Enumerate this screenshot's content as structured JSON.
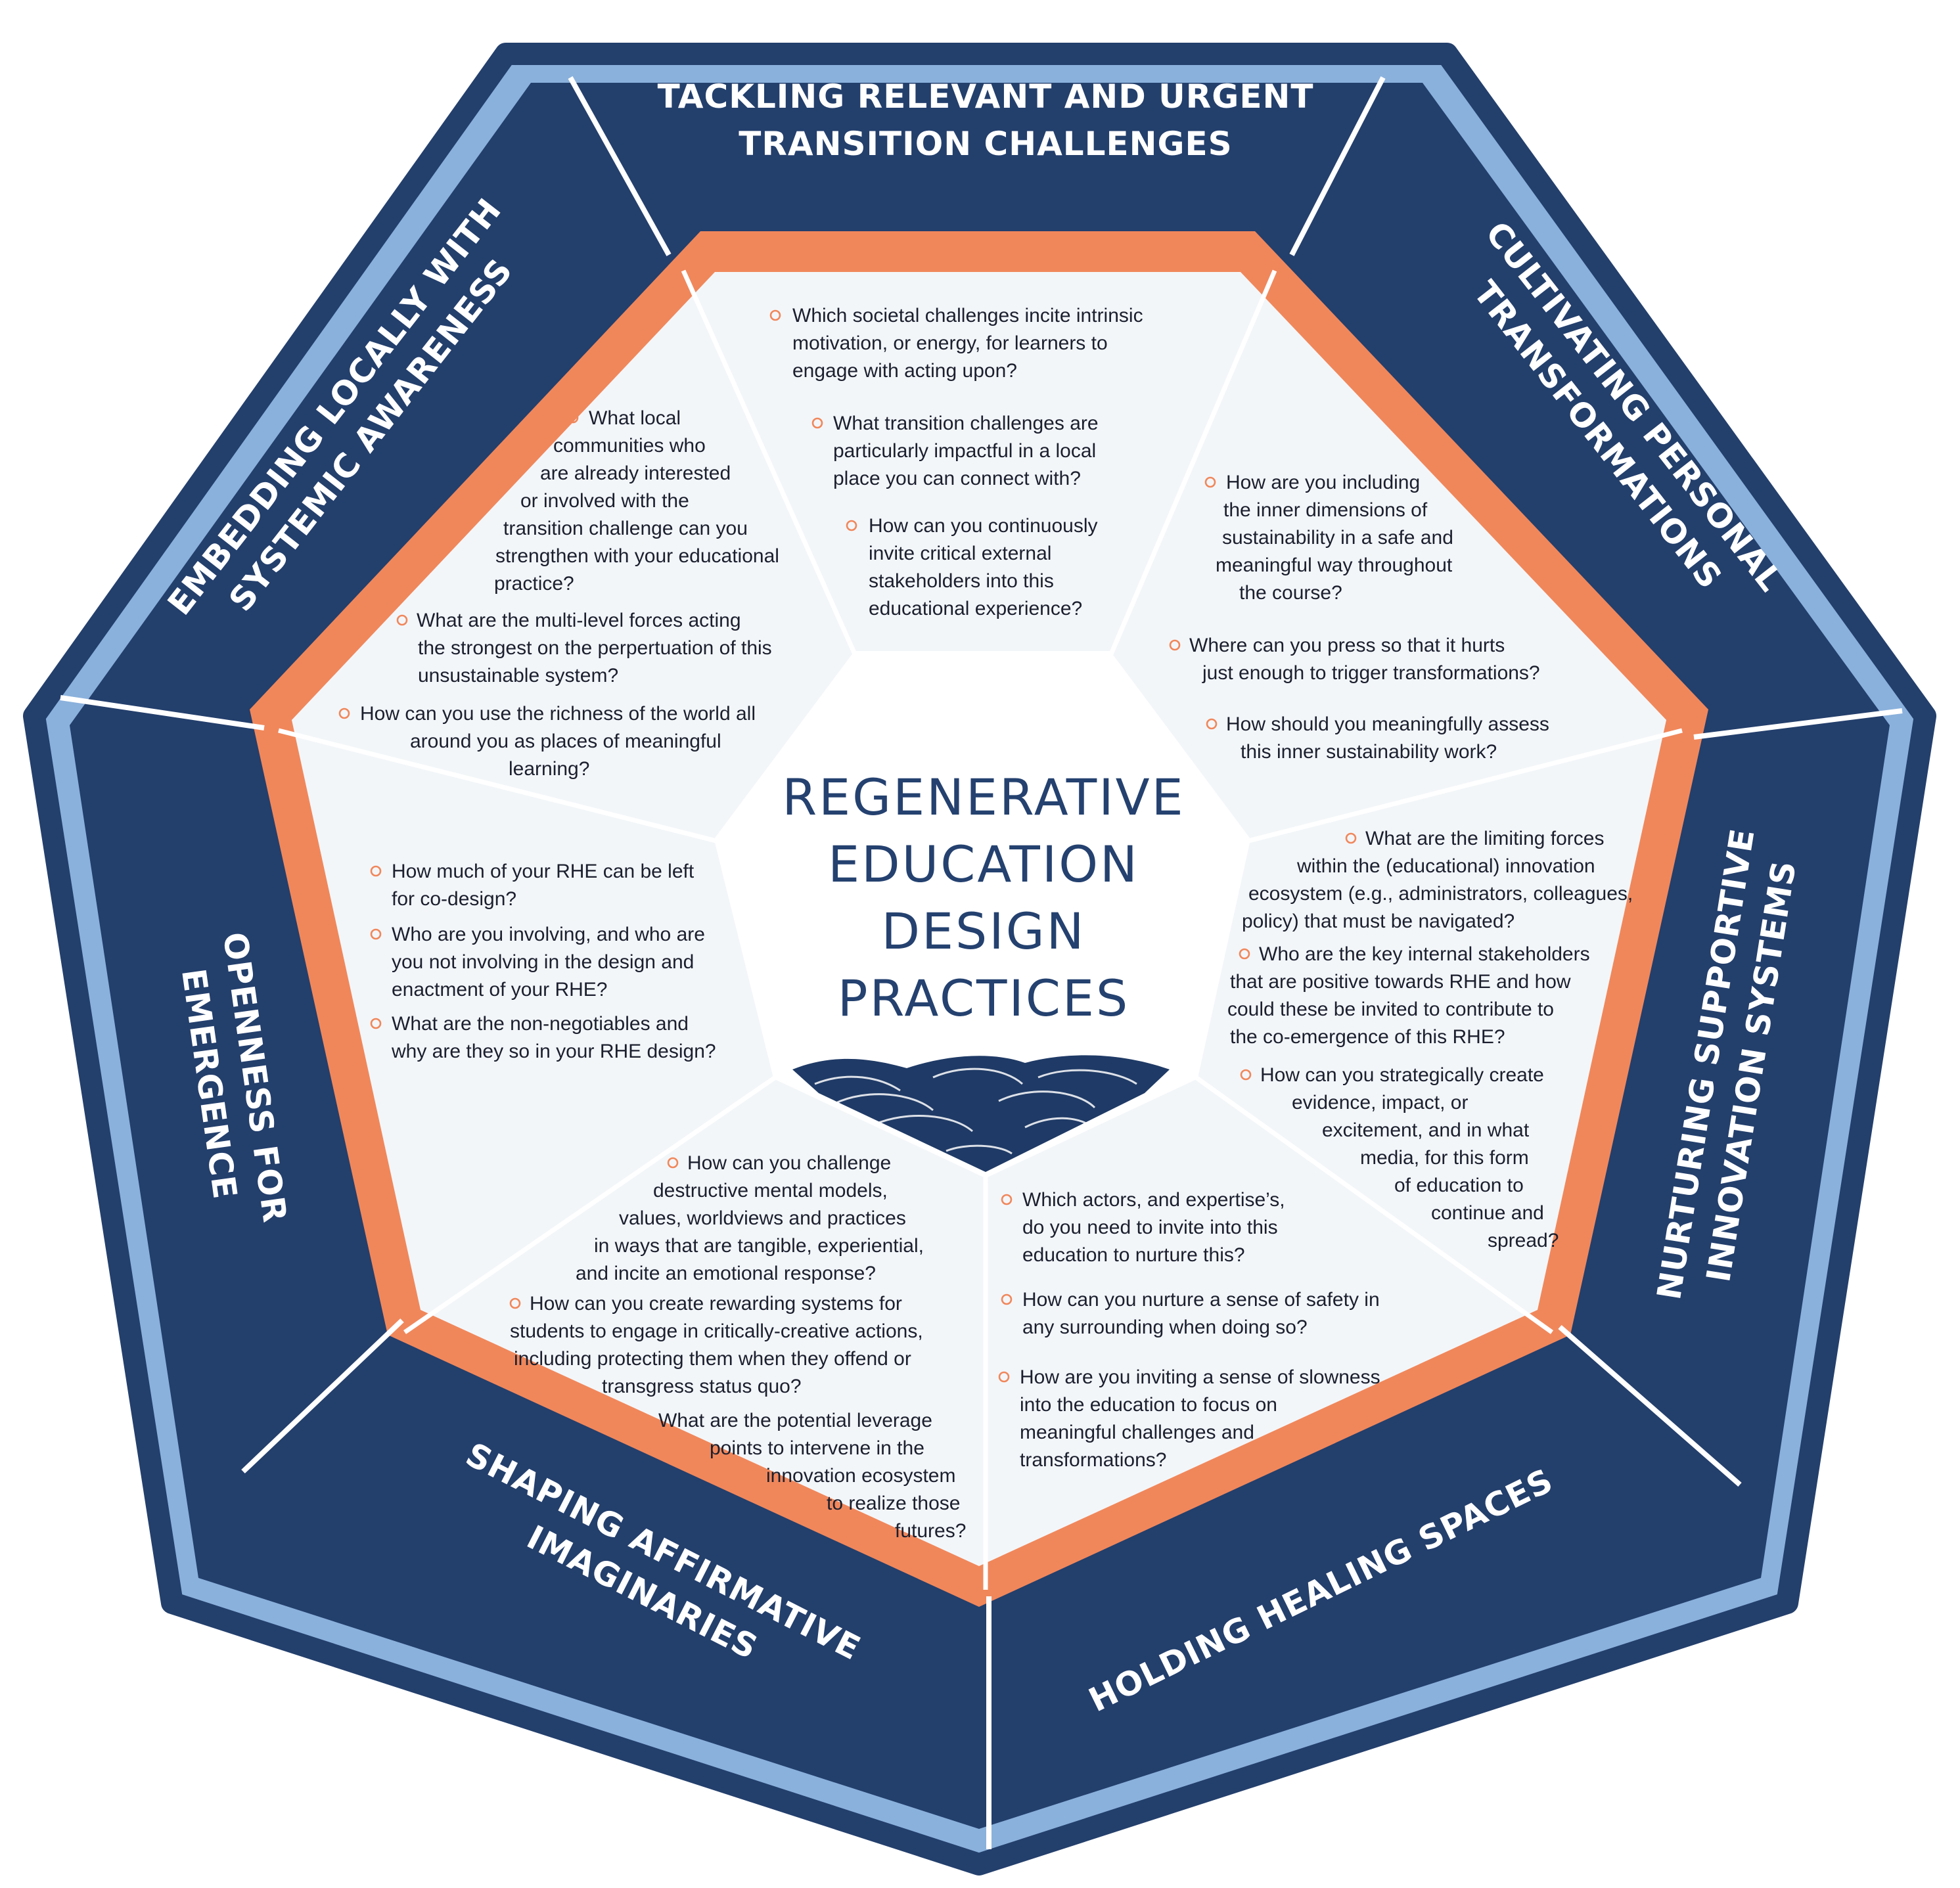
{
  "center": {
    "title_lines": [
      "REGENERATIVE",
      "EDUCATION",
      "DESIGN",
      "PRACTICES"
    ],
    "emblem": "waves-icon"
  },
  "colors": {
    "outer_band": "#233f6c",
    "outer_rim": "#8ab1dc",
    "accent_band": "#f0875b",
    "inner_fill": "#f3f6f9",
    "divider": "#ffffff",
    "bullet": "#f0875b",
    "title_text": "#24416f"
  },
  "segments": [
    {
      "id": "tackling",
      "label_lines": [
        "TACKLING RELEVANT AND URGENT",
        "TRANSITION CHALLENGES"
      ],
      "questions": [
        [
          "Which societal challenges incite intrinsic",
          "motivation, or energy, for learners to",
          "engage with acting upon?"
        ],
        [
          "What transition challenges are",
          "particularly impactful in a local",
          "place you can connect with?"
        ],
        [
          "How can you continuously",
          "invite critical external",
          "stakeholders into this",
          "educational experience?"
        ]
      ]
    },
    {
      "id": "cultivating",
      "label_lines": [
        "CULTIVATING PERSONAL",
        "TRANSFORMATIONS"
      ],
      "questions": [
        [
          "How are you including",
          "the inner dimensions of",
          "sustainability in a safe and",
          "meaningful way throughout",
          "the course?"
        ],
        [
          "Where can you press so that it hurts",
          "just enough to trigger transformations?"
        ],
        [
          "How should you meaningfully assess",
          "this inner sustainability work?"
        ]
      ]
    },
    {
      "id": "nurturing",
      "label_lines": [
        "NURTURING SUPPORTIVE",
        "INNOVATION SYSTEMS"
      ],
      "questions": [
        [
          "What are the limiting forces",
          "within the (educational) innovation",
          "ecosystem (e.g., administrators, colleagues,",
          "policy) that must be navigated?"
        ],
        [
          "Who are the key internal stakeholders",
          "that are positive towards RHE and how",
          "could these be invited to contribute to",
          "the co-emergence of  this RHE?"
        ],
        [
          "How can you strategically create",
          "evidence, impact, or",
          "excitement, and in what",
          "media, for this form",
          "of education to",
          "continue and",
          "spread?"
        ]
      ]
    },
    {
      "id": "healing",
      "label_lines": [
        "HOLDING HEALING SPACES"
      ],
      "questions": [
        [
          "Which actors, and expertise’s,",
          "do you need to invite into this",
          "education to nurture this?"
        ],
        [
          "How can you nurture a sense of safety in",
          "any surrounding when doing so?"
        ],
        [
          "How are you inviting a sense of slowness",
          "into the education to focus on",
          "meaningful challenges and",
          "transformations?"
        ]
      ]
    },
    {
      "id": "shaping",
      "label_lines": [
        "SHAPING AFFIRMATIVE",
        "IMAGINARIES"
      ],
      "questions": [
        [
          "How can you challenge",
          "destructive mental models,",
          "values, worldviews and practices",
          "in ways that are tangible, experiential,",
          "and incite an emotional response?"
        ],
        [
          "How can you create rewarding systems for",
          "students to engage in critically-creative actions,",
          "including protecting them when they offend or",
          "transgress status quo?"
        ],
        [
          "What are the potential leverage",
          "points to intervene in the",
          "innovation ecosystem",
          "to realize those",
          "futures?"
        ]
      ]
    },
    {
      "id": "openness",
      "label_lines": [
        "OPENNESS FOR",
        "EMERGENCE"
      ],
      "questions": [
        [
          "How much of your RHE can be left",
          "for co-design?"
        ],
        [
          "Who are you involving, and who are",
          "you not involving in the design and",
          "enactment of your RHE?"
        ],
        [
          "What are the non-negotiables and",
          "why are they so in your RHE design?"
        ]
      ]
    },
    {
      "id": "embedding",
      "label_lines": [
        "EMBEDDING LOCALLY WITH",
        "SYSTEMIC AWARENESS"
      ],
      "questions": [
        [
          "What local",
          "communities who",
          "are already interested",
          "or involved with the",
          "transition challenge can you",
          "strengthen with your educational",
          "practice?"
        ],
        [
          "What are the multi-level forces acting",
          "the strongest on the perpertuation of this",
          "unsustainable system?"
        ],
        [
          "How can you use the richness of the world all",
          "around you as places of meaningful",
          "learning?"
        ]
      ]
    }
  ]
}
